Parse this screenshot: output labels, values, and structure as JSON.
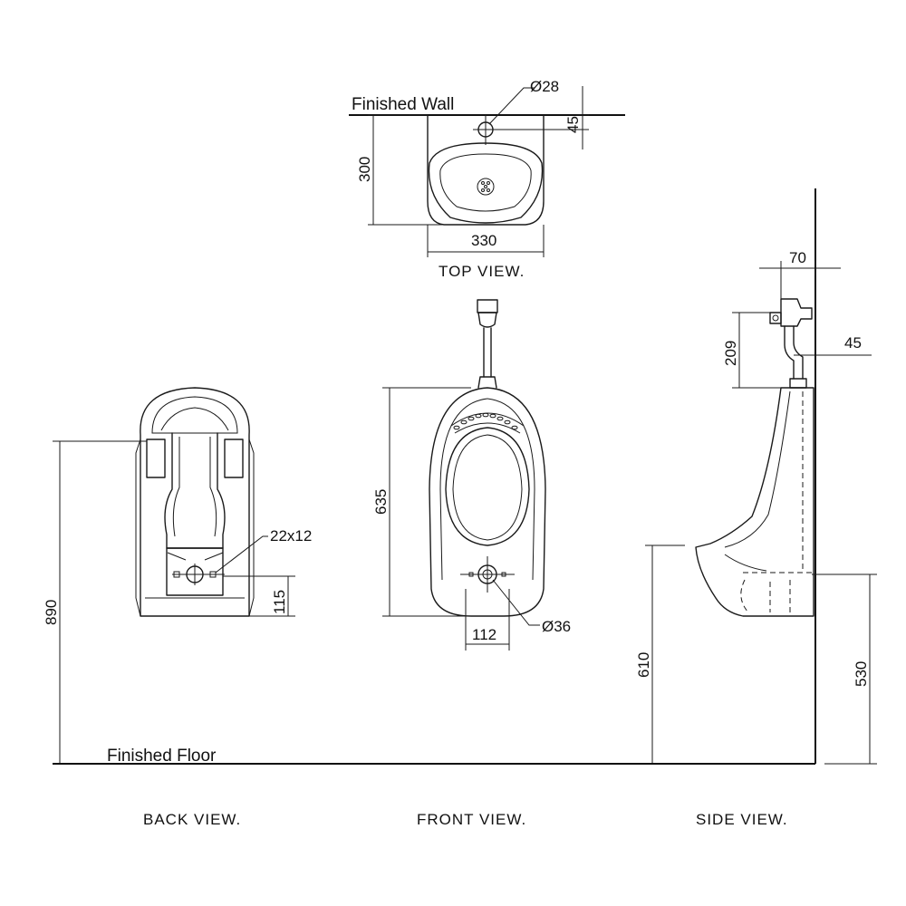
{
  "labels": {
    "finished_wall": "Finished Wall",
    "finished_floor": "Finished Floor",
    "top_view": "TOP  VIEW.",
    "back_view": "BACK  VIEW.",
    "front_view": "FRONT  VIEW.",
    "side_view": "SIDE  VIEW."
  },
  "dimensions": {
    "top_pipe_dia": "Ø28",
    "top_offset": "45",
    "top_depth": "300",
    "top_width": "330",
    "back_height": "890",
    "back_slot": "22x12",
    "back_slot_height": "115",
    "front_height": "635",
    "front_outlet_dia": "Ø36",
    "front_outlet_width": "112",
    "side_pipe_offset": "70",
    "side_wall_offset": "45",
    "side_valve_height": "209",
    "side_rim_height": "610",
    "side_outlet_height": "530"
  }
}
